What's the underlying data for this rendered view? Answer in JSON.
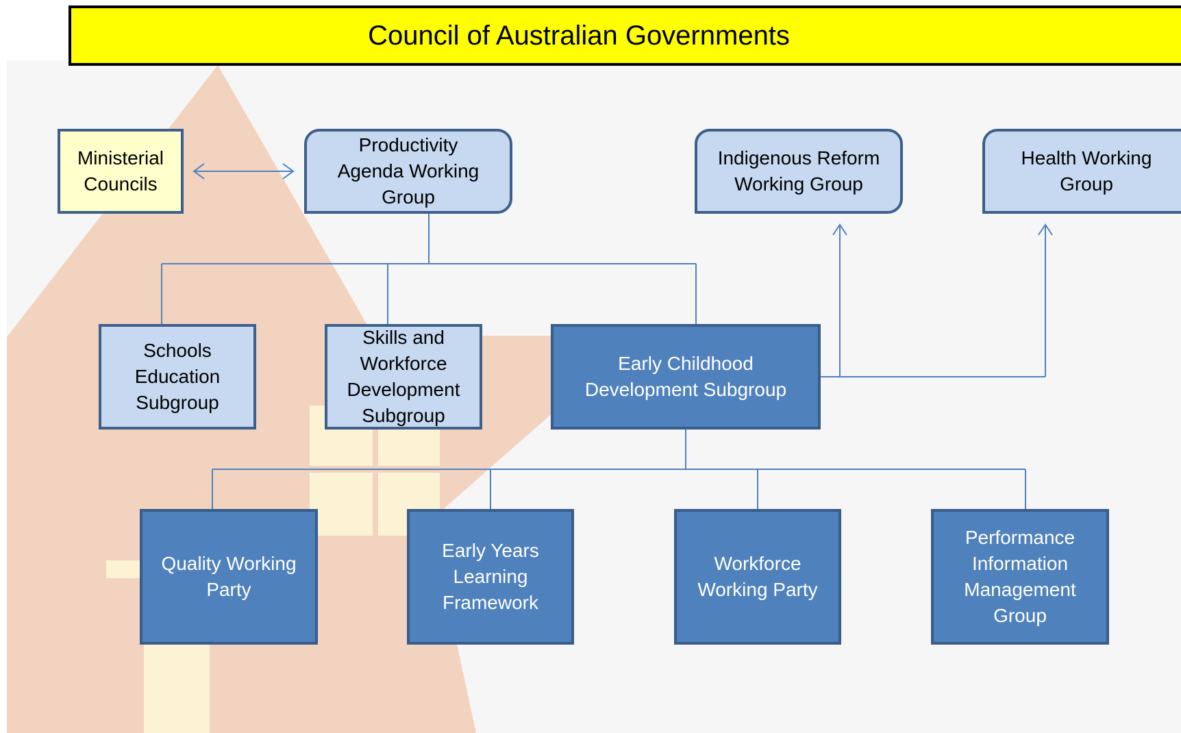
{
  "title": "Council of Australian Governments",
  "colors": {
    "title_bg": "#ffff00",
    "light_box": "#c6d9f1",
    "dark_box": "#4f81bd",
    "yellow_box": "#ffffcc",
    "connector": "#4f81bd",
    "watermark_house": "#f2d3c0",
    "watermark_window": "#fcf3d4"
  },
  "nodes": {
    "ministerial_councils": "Ministerial Councils",
    "productivity_agenda": "Productivity Agenda Working Group",
    "indigenous_reform": "Indigenous Reform Working Group",
    "health_working_group": "Health Working Group",
    "schools_education": "Schools Education Subgroup",
    "skills_workforce": "Skills and Workforce Development Subgroup",
    "early_childhood": "Early Childhood Development Subgroup",
    "quality_working_party": "Quality Working Party",
    "early_years_framework": "Early Years Learning Framework",
    "workforce_working_party": "Workforce Working Party",
    "performance_info_group": "Performance Information Management Group"
  }
}
